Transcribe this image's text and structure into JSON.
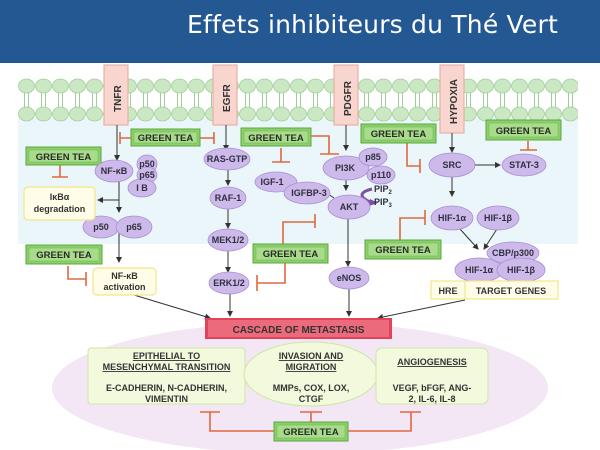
{
  "header": {
    "title": "Effets inhibiteurs du Thé Vert"
  },
  "colors": {
    "header_bg": "#245893",
    "membrane": "#c7e5c2",
    "cytoplasm": "#eaf6fa",
    "receptor": "#f8d6cf",
    "node": "#cdb9ea",
    "green_tea": "#8ccf6c",
    "inhibitor": "#e0683f",
    "cascade": "#e0435a",
    "outcome_bg": "#f3e6f4",
    "outcome_box": "#f2f9dc"
  },
  "receptors": [
    "TNFR",
    "EGFR",
    "PDGFR",
    "HYPOXIA"
  ],
  "inhibitor_label": "GREEN TEA",
  "nodes": {
    "nfkb": "NF-κB",
    "p50_small": "p50",
    "p65_small": "p65",
    "ib": "I B",
    "ikba": [
      "IκBα",
      "degradation"
    ],
    "p50": "p50",
    "p65": "p65",
    "nfkb_act": [
      "NF-κB",
      "activation"
    ],
    "rasgtp": "RAS-GTP",
    "raf1": "RAF-1",
    "mek": "MEK1/2",
    "erk": "ERK1/2",
    "igf1": "IGF-1",
    "igfbp3": "IGFBP-3",
    "pi3k": "PI3K",
    "p85": "p85",
    "p110": "p110",
    "pip2": "PIP",
    "pip2_sub": "2",
    "pip3": "PIP",
    "pip3_sub": "3",
    "akt": "AKT",
    "enos": "eNOS",
    "src": "SRC",
    "stat3": "STAT-3",
    "hif1a": "HIF-1α",
    "hif1b": "HIF-1β",
    "cbp": "CBP/p300",
    "hif1a_b": "HIF-1α",
    "hif1b_b": "HIF-1β",
    "hre": "HRE",
    "target_genes": "TARGET GENES"
  },
  "cascade": {
    "label": "CASCADE OF METASTASIS"
  },
  "outcomes": [
    {
      "title": [
        "EPITHELIAL TO",
        "MESENCHYMAL TRANSITION"
      ],
      "body": [
        "E-CADHERIN, N-CADHERIN,",
        "VIMENTIN"
      ]
    },
    {
      "title": [
        "INVASION AND",
        "MIGRATION"
      ],
      "body": [
        "MMPs, COX, LOX,",
        "CTGF"
      ]
    },
    {
      "title": [
        "ANGIOGENESIS"
      ],
      "body": [
        "VEGF, bFGF, ANG-",
        "2, IL-6, IL-8"
      ]
    }
  ]
}
